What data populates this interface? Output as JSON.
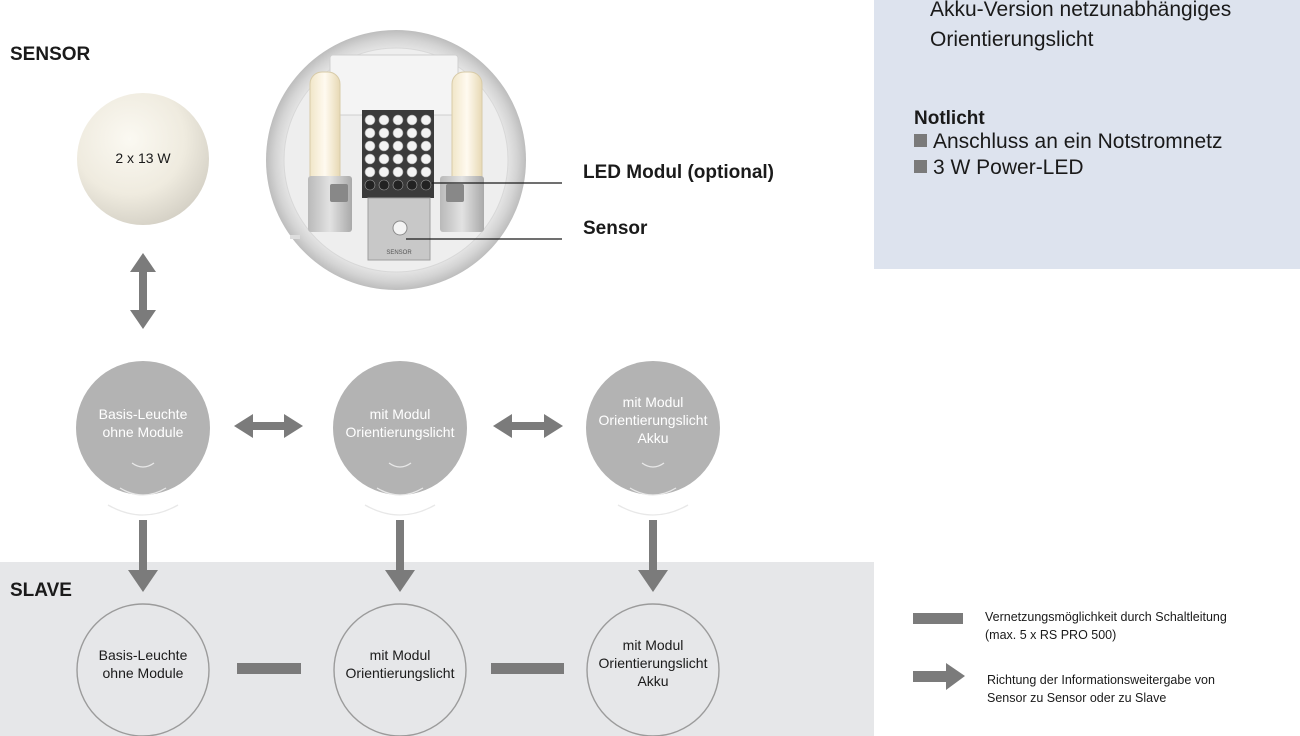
{
  "info_panel": {
    "lines": [
      "Akku-Version netzunabhängiges",
      "Orientierungslicht"
    ],
    "notlicht_title": "Notlicht",
    "notlicht_items": [
      "Anschluss an ein Notstromnetz",
      "3 W Power-LED"
    ]
  },
  "sensor_label": "SENSOR",
  "slave_label": "SLAVE",
  "sensor_lamp_label": "2 x 13 W",
  "device": {
    "top_label": "SENSOR",
    "callout_led": "LED Modul (optional)",
    "callout_sensor": "Sensor"
  },
  "sensor_row": [
    {
      "lines": [
        "Basis-Leuchte",
        "ohne Module"
      ]
    },
    {
      "lines": [
        "mit Modul",
        "Orientierungslicht"
      ]
    },
    {
      "lines": [
        "mit Modul",
        "Orientierungslicht",
        "Akku"
      ]
    }
  ],
  "slave_row": [
    {
      "lines": [
        "Basis-Leuchte",
        "ohne Module"
      ]
    },
    {
      "lines": [
        "mit Modul",
        "Orientierungslicht"
      ]
    },
    {
      "lines": [
        "mit Modul",
        "Orientierungslicht",
        "Akku"
      ]
    }
  ],
  "legend": {
    "cable_text": [
      "Vernetzungsmöglichkeit durch Schaltleitung",
      "(max. 5 x RS PRO 500)"
    ],
    "arrow_text": [
      "Richtung der Informationsweitergabe von",
      "Sensor zu Sensor oder zu Slave"
    ]
  },
  "colors": {
    "arrow": "#7b7b7b",
    "sensor_circle": "#b3b3b3",
    "slave_band": "#e6e7e9",
    "info_panel": "#dde3ee"
  }
}
